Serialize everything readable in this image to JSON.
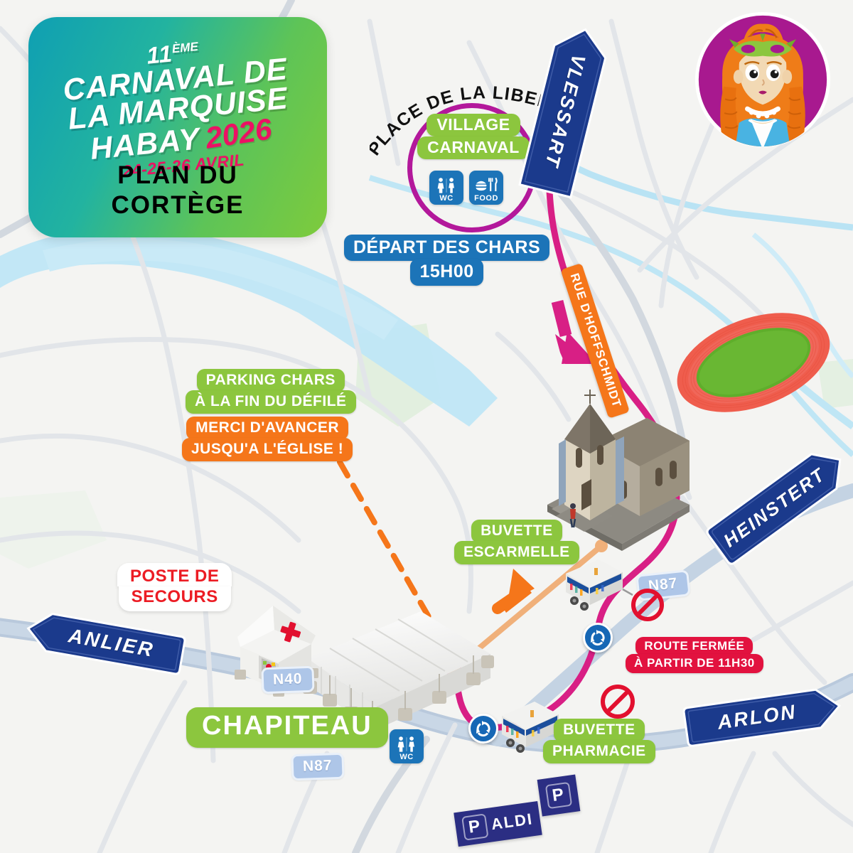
{
  "poster": {
    "edition": "11",
    "edition_suffix": "ÈME",
    "title_line1": "CARNAVAL DE",
    "title_line2": "LA MARQUISE",
    "title_line3": "HABAY",
    "year": "2026",
    "dates": "24-25-26 AVRIL",
    "subtitle_line1": "PLAN DU",
    "subtitle_line2": "CORTÈGE",
    "gradient_start": "#0f9fb3",
    "gradient_end": "#7ecb3c",
    "accent_pink": "#ec1164"
  },
  "mascot": {
    "name": "marquise-mascot",
    "circle_color": "#a8198f",
    "hair_color": "#ef7c18",
    "mask_color": "#8cc63e",
    "dress_color": "#49b3e2"
  },
  "map": {
    "place_label": "PLACE DE LA LIBERTÉ",
    "village": {
      "line1": "VILLAGE",
      "line2": "CARNAVAL",
      "circle_color": "#b3189b",
      "pill_color": "#8cc63e",
      "amenities": [
        {
          "icon": "wc-icon",
          "caption": "WC"
        },
        {
          "icon": "food-icon",
          "caption": "FOOD"
        }
      ]
    },
    "departure": {
      "line1": "DÉPART DES CHARS",
      "line2": "15H00",
      "color": "#1c74b8"
    },
    "parking_chars": {
      "line1": "PARKING CHARS",
      "line2": "À LA FIN DU DÉFILÉ",
      "color": "#8cc63e"
    },
    "advance_notice": {
      "line1": "MERCI D'AVANCER",
      "line2": "JUSQU'A L'ÉGLISE !",
      "color": "#f5761a"
    },
    "first_aid": {
      "line1": "POSTE DE",
      "line2": "SECOURS",
      "text_color": "#ec1c24",
      "bg_color": "#ffffff"
    },
    "buvette_escarmelle": {
      "line1": "BUVETTE",
      "line2": "ESCARMELLE",
      "color": "#8cc63e"
    },
    "buvette_pharmacie": {
      "line1": "BUVETTE",
      "line2": "PHARMACIE",
      "color": "#8cc63e"
    },
    "chapiteau": {
      "label": "CHAPITEAU",
      "color": "#8cc63e"
    },
    "road_closed": {
      "line1": "ROUTE FERMÉE",
      "line2": "À PARTIR DE 11H30",
      "color": "#e2123f"
    },
    "street_hoffschmidt": {
      "label": "RUE D'HOFFSCHMIDT",
      "color": "#f5761a"
    },
    "direction_signs": [
      {
        "label": "VLESSART",
        "direction": "up"
      },
      {
        "label": "HEINSTERT",
        "direction": "up-right"
      },
      {
        "label": "ARLON",
        "direction": "right"
      },
      {
        "label": "ANLIER",
        "direction": "left"
      }
    ],
    "road_shields": [
      "N87",
      "N40",
      "N87"
    ],
    "parking_signs": [
      {
        "symbol": "P",
        "label": "ALDI"
      },
      {
        "symbol": "P",
        "label": ""
      }
    ],
    "wc_markers": [
      {
        "caption": "WC"
      }
    ],
    "roundabouts": 2,
    "no_entry_markers": 2,
    "route_color": "#d81f85",
    "return_route_color": "#f0b07a",
    "arrow_color": "#f5761a"
  }
}
